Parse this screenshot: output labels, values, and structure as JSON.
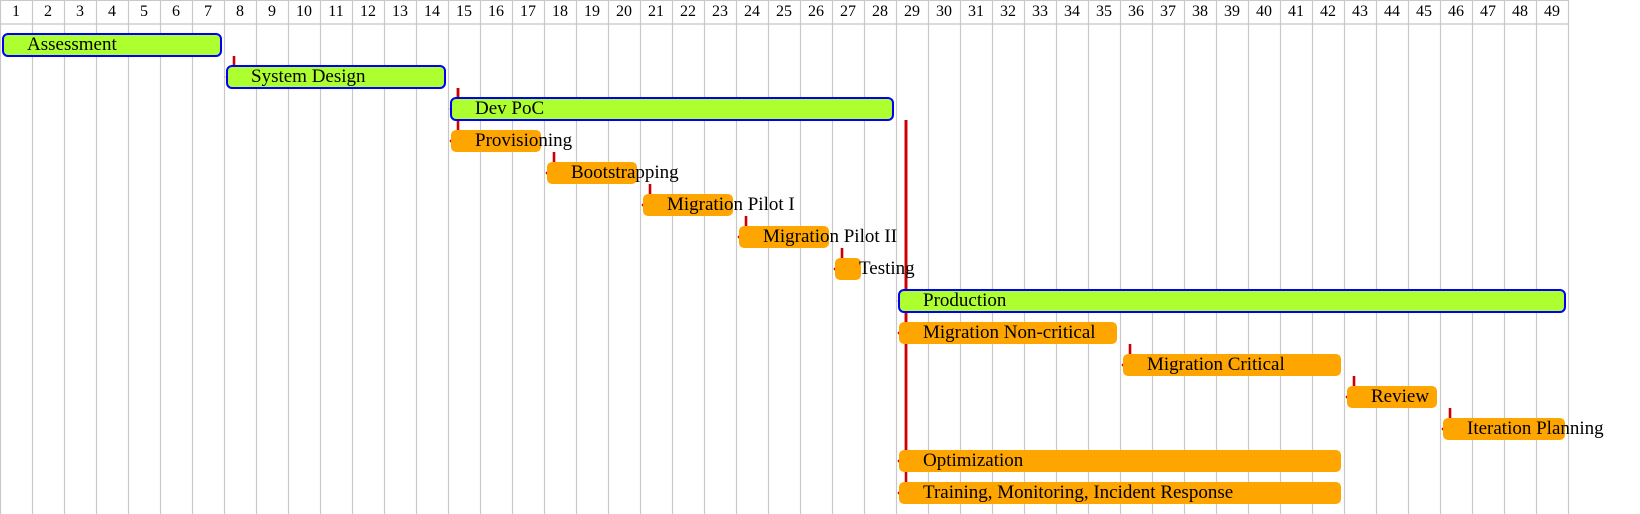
{
  "chart_data": {
    "type": "gantt",
    "x_ticks": [
      "1",
      "2",
      "3",
      "4",
      "5",
      "6",
      "7",
      "8",
      "9",
      "10",
      "11",
      "12",
      "13",
      "14",
      "15",
      "16",
      "17",
      "18",
      "19",
      "20",
      "21",
      "22",
      "23",
      "24",
      "25",
      "26",
      "27",
      "28",
      "29",
      "30",
      "31",
      "32",
      "33",
      "34",
      "35",
      "36",
      "37",
      "38",
      "39",
      "40",
      "41",
      "42",
      "43",
      "44",
      "45",
      "46",
      "47",
      "48",
      "49"
    ],
    "xlim": [
      1,
      49
    ],
    "grid": true,
    "colors": {
      "phase_fill": "#adff2f",
      "phase_border": "#0000ff",
      "task_fill": "#ffa500",
      "dependency": "#cc0000"
    },
    "tasks": [
      {
        "label": "Assessment",
        "kind": "phase",
        "start": 1,
        "end": 7
      },
      {
        "label": "System Design",
        "kind": "phase",
        "start": 8,
        "end": 14
      },
      {
        "label": "Dev PoC",
        "kind": "phase",
        "start": 15,
        "end": 28
      },
      {
        "label": "Provisioning",
        "kind": "task",
        "start": 15,
        "end": 17
      },
      {
        "label": "Bootstrapping",
        "kind": "task",
        "start": 18,
        "end": 20
      },
      {
        "label": "Migration Pilot I",
        "kind": "task",
        "start": 21,
        "end": 23
      },
      {
        "label": "Migration Pilot II",
        "kind": "task",
        "start": 24,
        "end": 26
      },
      {
        "label": "Testing",
        "kind": "task",
        "start": 27,
        "end": 27
      },
      {
        "label": "Production",
        "kind": "phase",
        "start": 29,
        "end": 49
      },
      {
        "label": "Migration Non-critical",
        "kind": "task",
        "start": 29,
        "end": 35
      },
      {
        "label": "Migration Critical",
        "kind": "task",
        "start": 36,
        "end": 42
      },
      {
        "label": "Review",
        "kind": "task",
        "start": 43,
        "end": 45
      },
      {
        "label": "Iteration Planning",
        "kind": "task",
        "start": 46,
        "end": 49
      },
      {
        "label": "Optimization",
        "kind": "task",
        "start": 29,
        "end": 42
      },
      {
        "label": "Training, Monitoring, Incident Response",
        "kind": "task",
        "start": 29,
        "end": 42
      }
    ],
    "dependencies": [
      {
        "from": 0,
        "to": 1
      },
      {
        "from": 1,
        "to": 2
      },
      {
        "from": 1,
        "to": 3
      },
      {
        "from": 3,
        "to": 4
      },
      {
        "from": 4,
        "to": 5
      },
      {
        "from": 5,
        "to": 6
      },
      {
        "from": 6,
        "to": 7
      },
      {
        "from": 2,
        "to": 8
      },
      {
        "from": 2,
        "to": 9
      },
      {
        "from": 9,
        "to": 10
      },
      {
        "from": 10,
        "to": 11
      },
      {
        "from": 11,
        "to": 12
      },
      {
        "from": 2,
        "to": 13
      },
      {
        "from": 2,
        "to": 14
      }
    ]
  }
}
